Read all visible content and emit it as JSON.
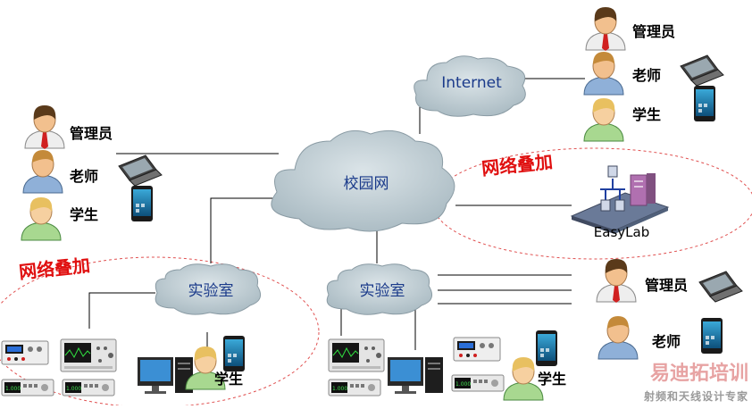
{
  "clouds": {
    "internet": "Internet",
    "campus": "校园网",
    "lab_left": "实验室",
    "lab_right": "实验室"
  },
  "roles": {
    "admin": "管理员",
    "teacher": "老师",
    "student": "学生"
  },
  "easylab": "EasyLab",
  "overlay": "网络叠加",
  "watermark": {
    "title": "易迪拓培训",
    "subtitle": "射频和天线设计专家"
  },
  "colors": {
    "cloud_fill": "#b4c4cc",
    "cloud_stroke": "#8a9ba4",
    "overlay_red": "#e01010",
    "ellipse_red": "#e05050"
  }
}
